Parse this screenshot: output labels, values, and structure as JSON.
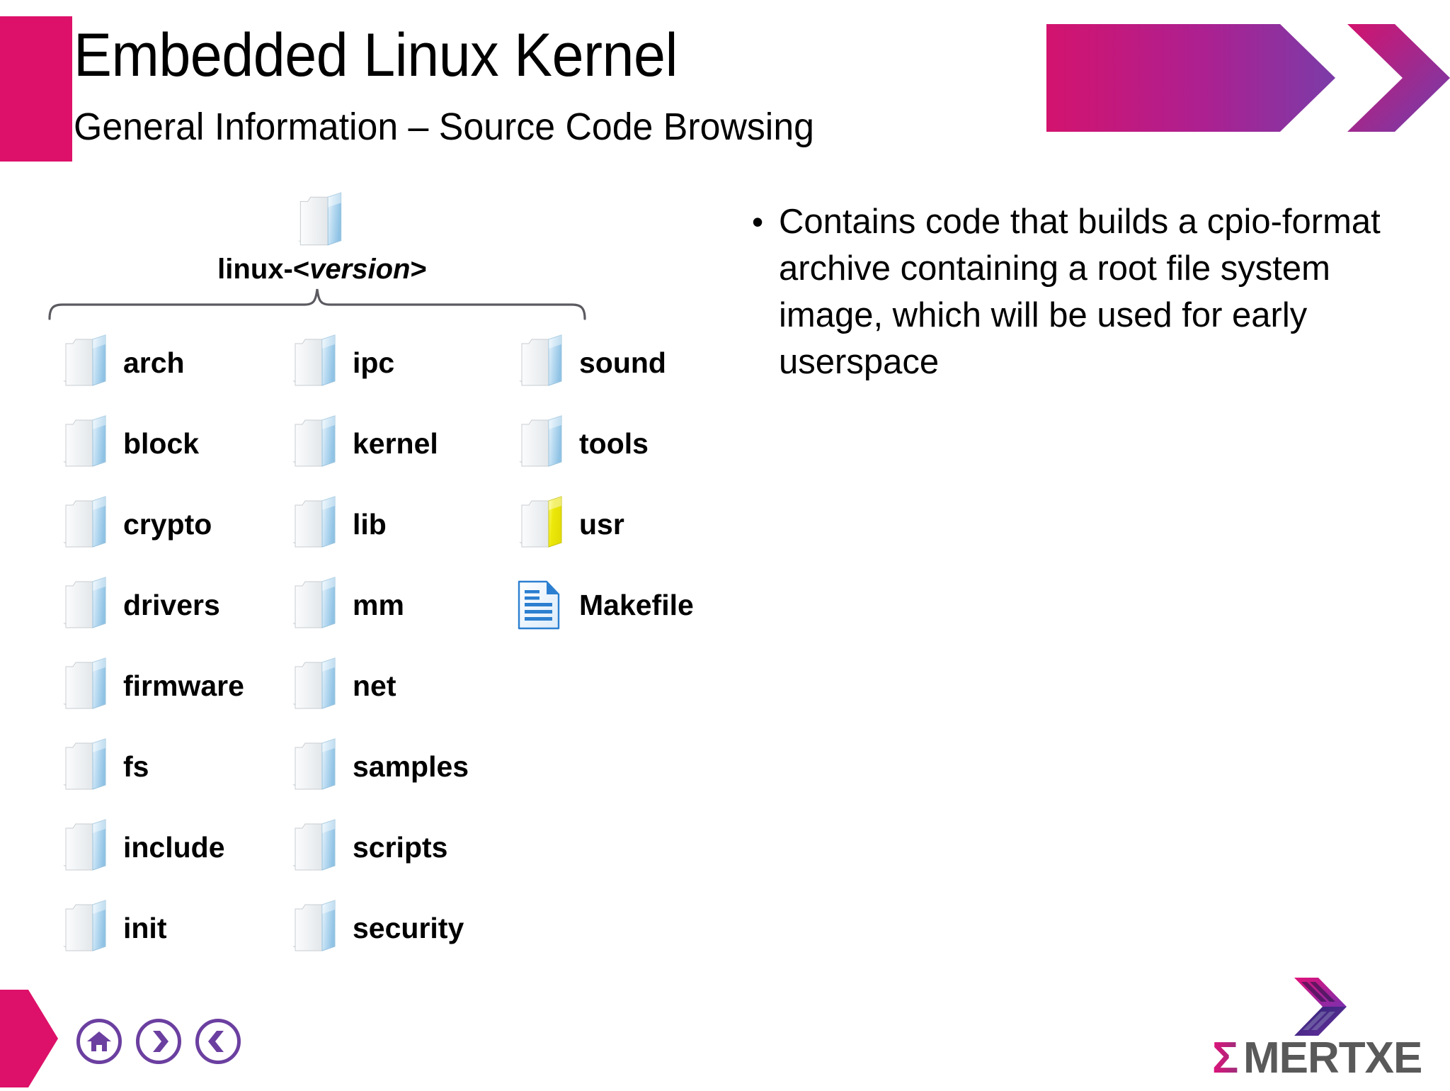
{
  "slide": {
    "title": "Embedded Linux Kernel",
    "subtitle": "General Information – Source Code Browsing"
  },
  "tree": {
    "root_label_prefix": "linux-<",
    "root_label_version": "version",
    "root_label_suffix": ">",
    "columns": [
      {
        "name": "column-1",
        "items": [
          {
            "label": "arch",
            "icon": "folder-icon",
            "highlight": false
          },
          {
            "label": "block",
            "icon": "folder-icon",
            "highlight": false
          },
          {
            "label": "crypto",
            "icon": "folder-icon",
            "highlight": false
          },
          {
            "label": "drivers",
            "icon": "folder-icon",
            "highlight": false
          },
          {
            "label": "firmware",
            "icon": "folder-icon",
            "highlight": false
          },
          {
            "label": "fs",
            "icon": "folder-icon",
            "highlight": false
          },
          {
            "label": "include",
            "icon": "folder-icon",
            "highlight": false
          },
          {
            "label": "init",
            "icon": "folder-icon",
            "highlight": false
          }
        ]
      },
      {
        "name": "column-2",
        "items": [
          {
            "label": "ipc",
            "icon": "folder-icon",
            "highlight": false
          },
          {
            "label": "kernel",
            "icon": "folder-icon",
            "highlight": false
          },
          {
            "label": "lib",
            "icon": "folder-icon",
            "highlight": false
          },
          {
            "label": "mm",
            "icon": "folder-icon",
            "highlight": false
          },
          {
            "label": "net",
            "icon": "folder-icon",
            "highlight": false
          },
          {
            "label": "samples",
            "icon": "folder-icon",
            "highlight": false
          },
          {
            "label": "scripts",
            "icon": "folder-icon",
            "highlight": false
          },
          {
            "label": "security",
            "icon": "folder-icon",
            "highlight": false
          }
        ]
      },
      {
        "name": "column-3",
        "items": [
          {
            "label": "sound",
            "icon": "folder-icon",
            "highlight": false
          },
          {
            "label": "tools",
            "icon": "folder-icon",
            "highlight": false
          },
          {
            "label": "usr",
            "icon": "folder-icon",
            "highlight": true
          },
          {
            "label": "Makefile",
            "icon": "document-icon",
            "highlight": false
          }
        ]
      }
    ]
  },
  "bullets": [
    {
      "marker": "•",
      "text": "Contains code that builds a cpio-format archive containing a root file system image, which will be used for early userspace"
    }
  ],
  "footer": {
    "nav": [
      {
        "label": "Home",
        "icon": "home-icon"
      },
      {
        "label": "Next",
        "icon": "chevron-right-icon"
      },
      {
        "label": "Previous",
        "icon": "chevron-left-icon"
      }
    ],
    "brand": "MERTXE",
    "brand_sigma": "Σ"
  },
  "colors": {
    "accent_pink": "#DD1169",
    "banner_pink": "#D3136E",
    "banner_purple": "#7B3CA8",
    "nav_purple": "#6B3FA0",
    "folder_blue": "#AFD4EC",
    "folder_highlight_yellow": "#EDE80A",
    "document_blue": "#2C7FD0"
  }
}
